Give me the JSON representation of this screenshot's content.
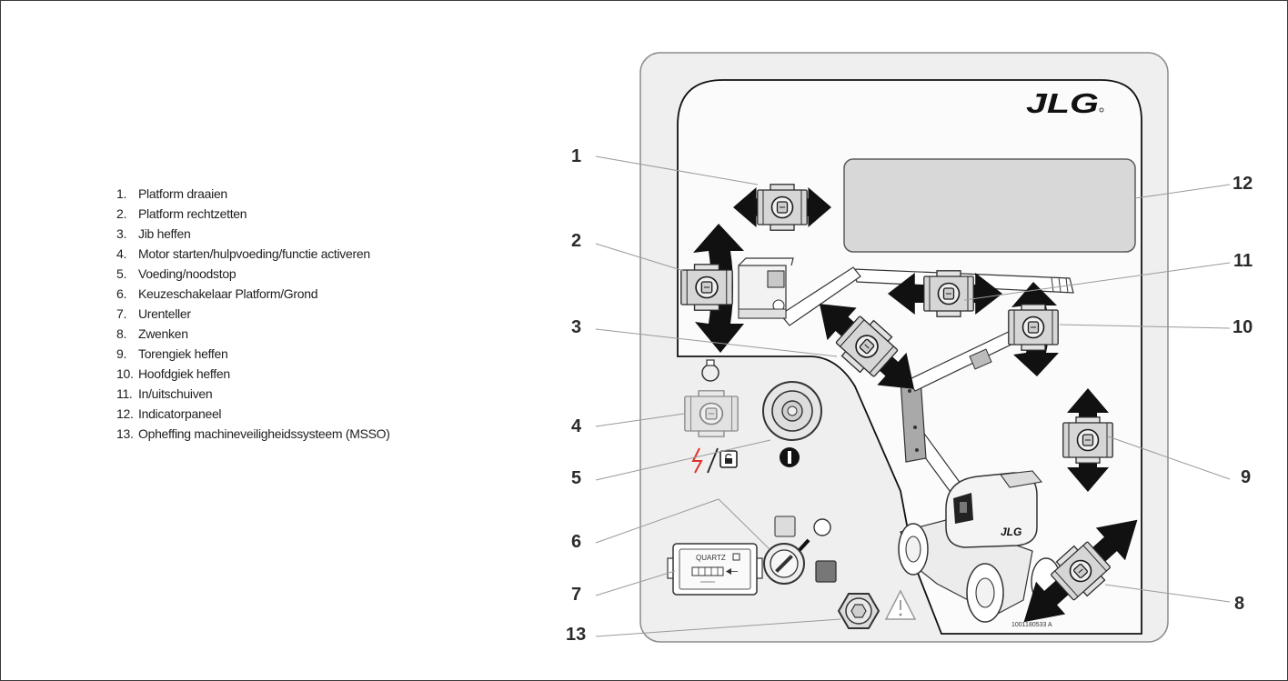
{
  "legend": {
    "items": [
      {
        "num": "1.",
        "label": "Platform draaien"
      },
      {
        "num": "2.",
        "label": "Platform rechtzetten"
      },
      {
        "num": "3.",
        "label": "Jib heffen"
      },
      {
        "num": "4.",
        "label": "Motor starten/hulpvoeding/functie activeren"
      },
      {
        "num": "5.",
        "label": "Voeding/noodstop"
      },
      {
        "num": "6.",
        "label": "Keuzeschakelaar Platform/Grond"
      },
      {
        "num": "7.",
        "label": "Urenteller"
      },
      {
        "num": "8.",
        "label": "Zwenken"
      },
      {
        "num": "9.",
        "label": "Torengiek heffen"
      },
      {
        "num": "10.",
        "label": "Hoofdgiek heffen"
      },
      {
        "num": "11.",
        "label": "In/uitschuiven"
      },
      {
        "num": "12.",
        "label": "Indicatorpaneel"
      },
      {
        "num": "13.",
        "label": "Opheffing machineveiligheidssysteem (MSSO)"
      }
    ]
  },
  "diagram": {
    "logo": "JLG",
    "machine_logo": "JLG",
    "hour_meter_label": "QUARTZ",
    "part_number": "1001180533 A",
    "callouts": [
      "1",
      "2",
      "3",
      "4",
      "5",
      "6",
      "7",
      "8",
      "9",
      "10",
      "11",
      "12",
      "13"
    ],
    "icons": [
      "toggle-switch-icon",
      "double-arrow-icon",
      "start-icon",
      "lightning-icon",
      "key-lock-icon",
      "power-icon",
      "key-switch-icon",
      "hex-button-icon",
      "warning-triangle-icon"
    ]
  },
  "colors": {
    "panel_background": "#efefef",
    "display_fill": "#d8d8d8",
    "arrow": "#111111",
    "lightning": "#e0332b",
    "text": "#1e1e1e"
  }
}
